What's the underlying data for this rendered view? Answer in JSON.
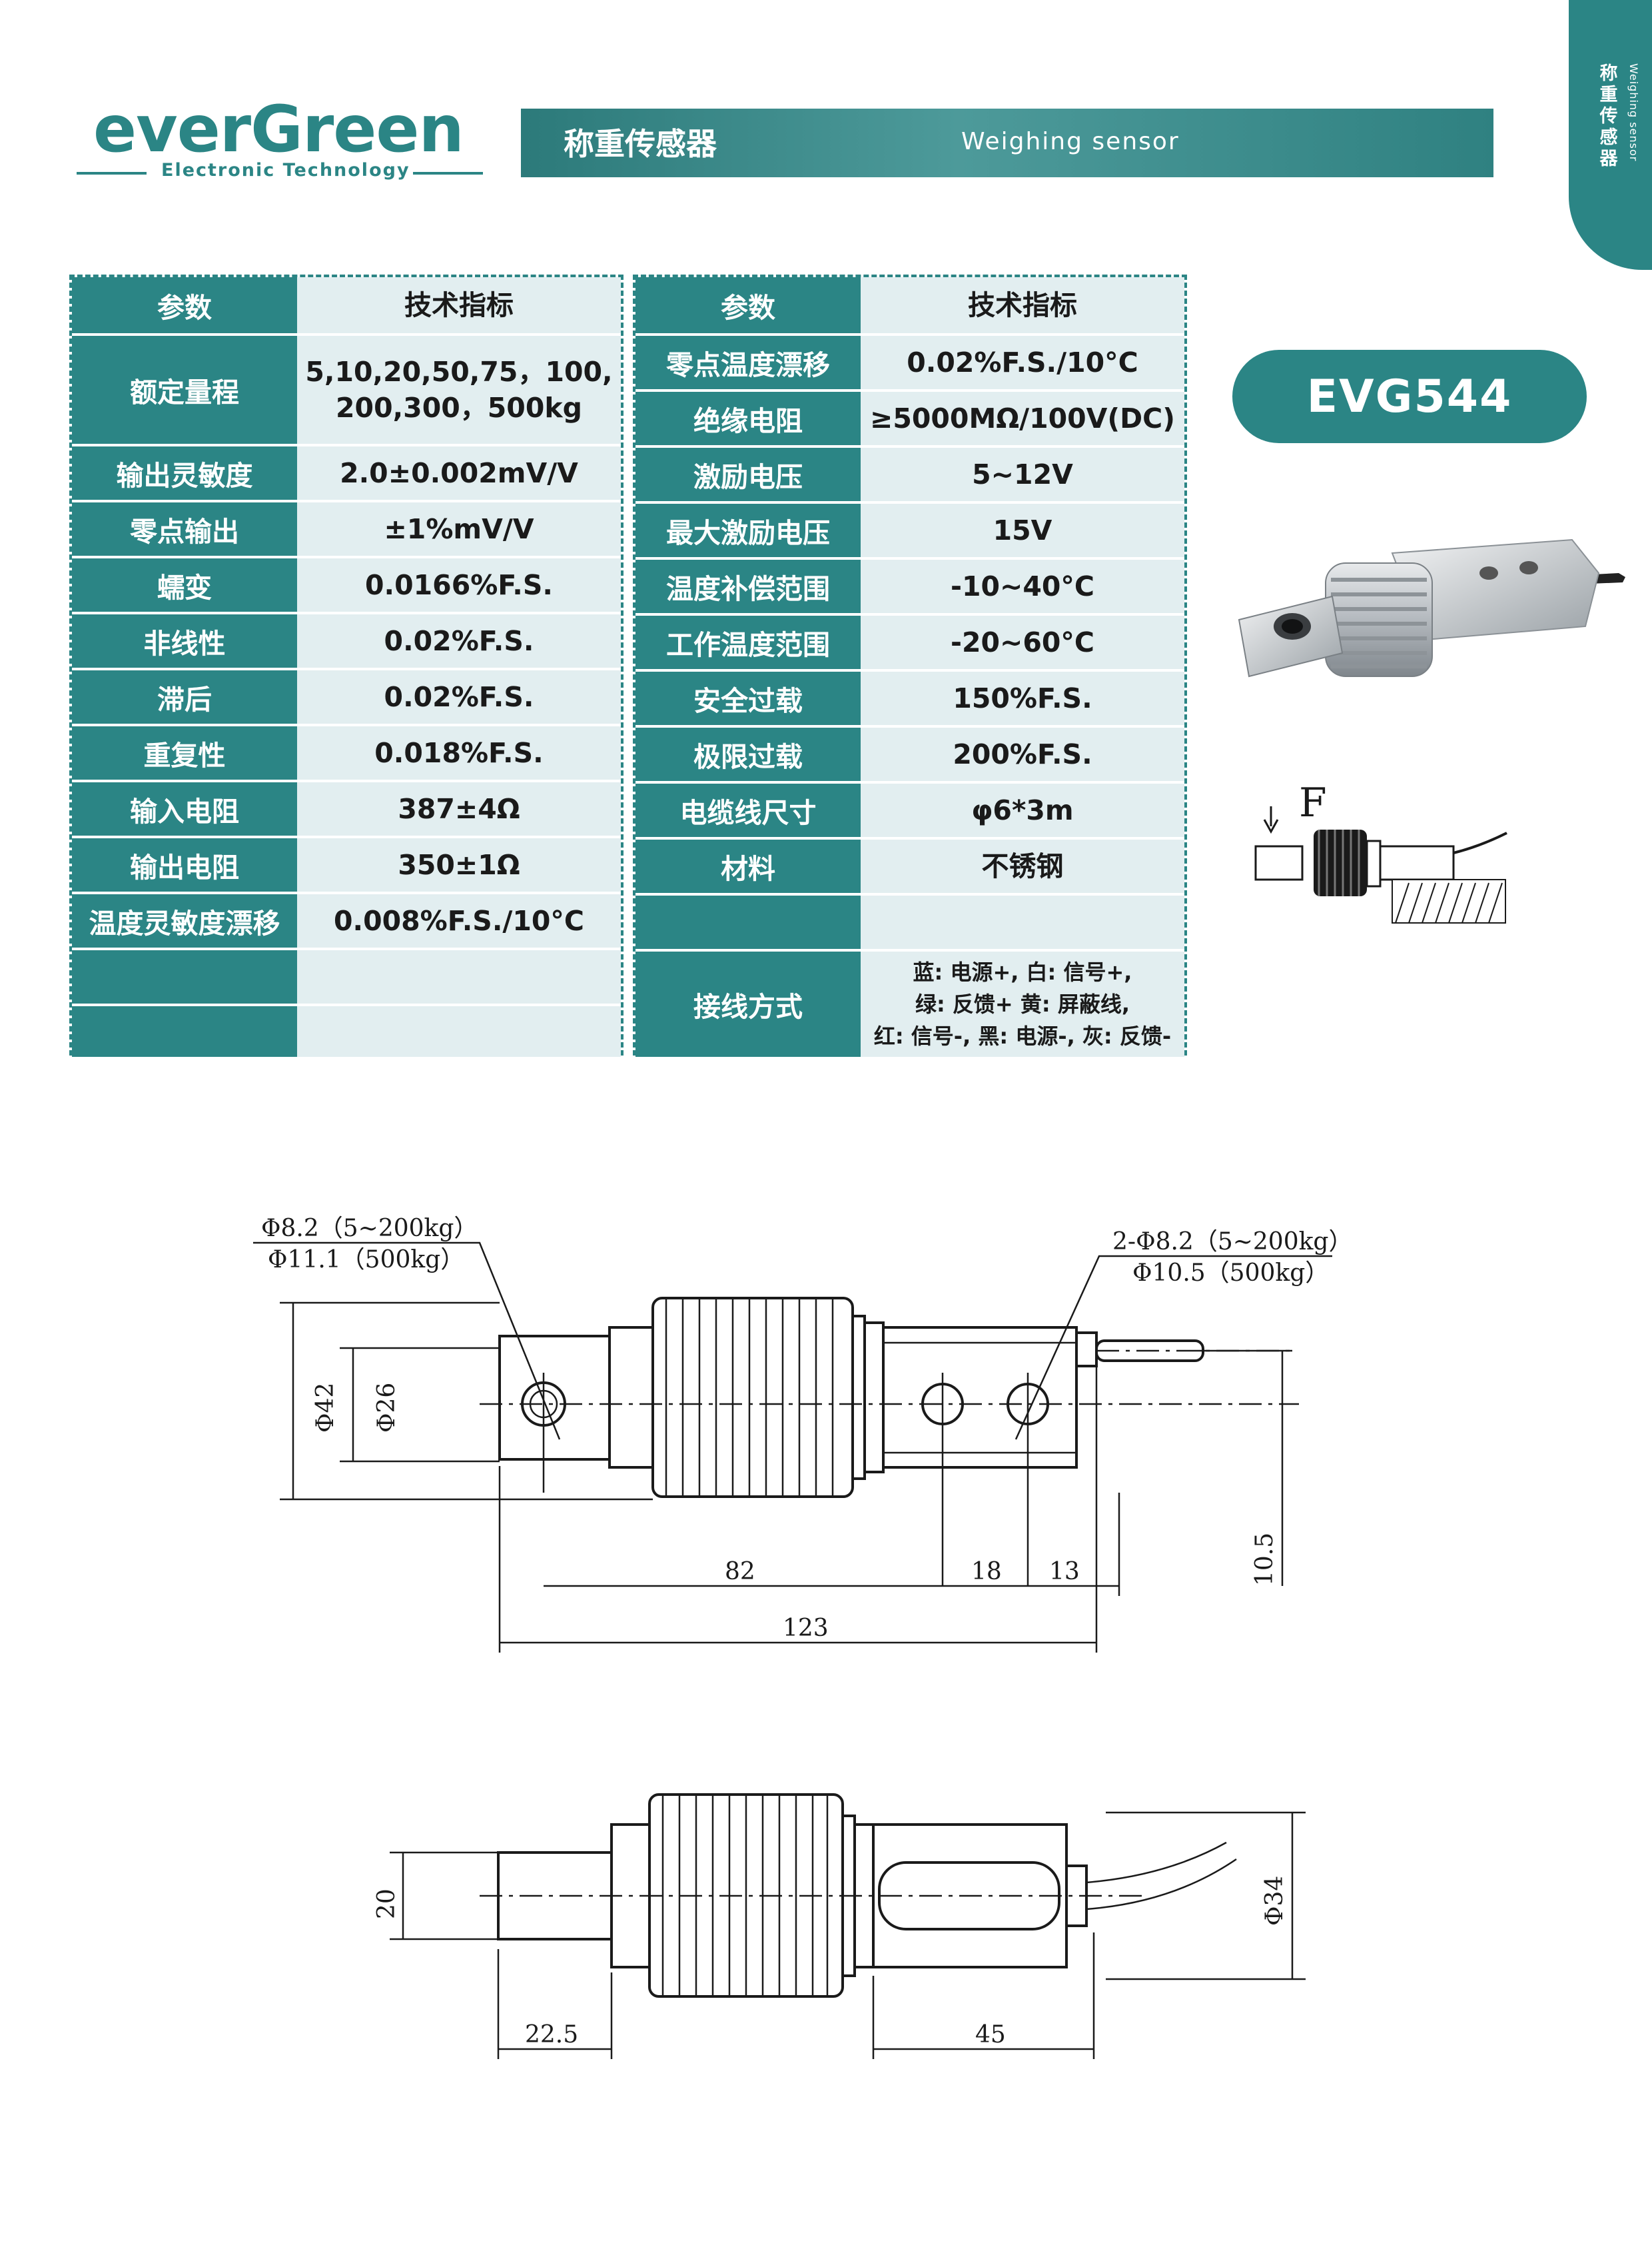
{
  "side_tab": {
    "cn": "称重传感器",
    "en": "Weighing sensor"
  },
  "logo": {
    "name": "everGreen",
    "subtitle": "Electronic Technology"
  },
  "header": {
    "title_cn": "称重传感器",
    "title_en": "Weighing sensor"
  },
  "table_left": {
    "headers": [
      "参数",
      "技术指标"
    ],
    "rows": [
      {
        "param": "额定量程",
        "value": "5,10,20,50,75，100,\n200,300，500kg"
      },
      {
        "param": "输出灵敏度",
        "value": "2.0±0.002mV/V"
      },
      {
        "param": "零点输出",
        "value": "±1%mV/V"
      },
      {
        "param": "蠕变",
        "value": "0.0166%F.S."
      },
      {
        "param": "非线性",
        "value": "0.02%F.S."
      },
      {
        "param": "滞后",
        "value": "0.02%F.S."
      },
      {
        "param": "重复性",
        "value": "0.018%F.S."
      },
      {
        "param": "输入电阻",
        "value": "387±4Ω"
      },
      {
        "param": "输出电阻",
        "value": "350±1Ω"
      },
      {
        "param": "温度灵敏度漂移",
        "value": "0.008%F.S./10°C"
      },
      {
        "param": "",
        "value": ""
      },
      {
        "param": "",
        "value": ""
      }
    ]
  },
  "table_right": {
    "headers": [
      "参数",
      "技术指标"
    ],
    "rows": [
      {
        "param": "零点温度漂移",
        "value": "0.02%F.S./10°C"
      },
      {
        "param": "绝缘电阻",
        "value": "≥5000MΩ/100V(DC)"
      },
      {
        "param": "激励电压",
        "value": "5~12V"
      },
      {
        "param": "最大激励电压",
        "value": "15V"
      },
      {
        "param": "温度补偿范围",
        "value": "-10~40°C"
      },
      {
        "param": "工作温度范围",
        "value": "-20~60°C"
      },
      {
        "param": "安全过载",
        "value": "150%F.S."
      },
      {
        "param": "极限过载",
        "value": "200%F.S."
      },
      {
        "param": "电缆线尺寸",
        "value": "φ6*3m"
      },
      {
        "param": "材料",
        "value": "不锈钢"
      },
      {
        "param": "",
        "value": ""
      },
      {
        "param": "接线方式",
        "value": "蓝: 电源+, 白: 信号+,\n绿: 反馈+ 黄: 屏蔽线,\n红: 信号-, 黑: 电源-, 灰: 反馈-"
      }
    ]
  },
  "model": "EVG544",
  "force_label": "F",
  "drawing_top": {
    "hole_left_l1": "Φ8.2（5~200kg）",
    "hole_left_l2": "Φ11.1（500kg）",
    "hole_right_l1": "2-Φ8.2（5~200kg）",
    "hole_right_l2": "Φ10.5（500kg）",
    "d42": "Φ42",
    "d26": "Φ26",
    "d82": "82",
    "d18": "18",
    "d13": "13",
    "d123": "123",
    "d10_5": "10.5"
  },
  "drawing_bottom": {
    "d20": "20",
    "d22_5": "22.5",
    "d45": "45",
    "d34": "Φ34"
  },
  "colors": {
    "brand": "#2b8585",
    "cell_bg": "#e2eef0"
  }
}
